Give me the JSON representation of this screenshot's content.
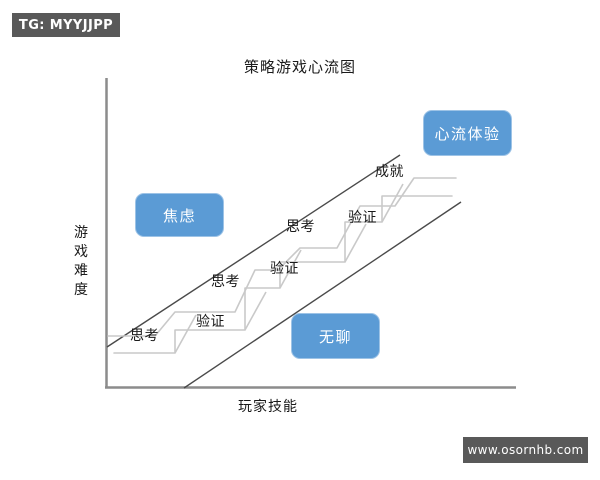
{
  "watermarks": {
    "telegram_badge": "TG: MYYJJPP",
    "site_badge": "www.osornhb.com"
  },
  "chart_data": {
    "type": "diagram",
    "title": "策略游戏心流图",
    "xlabel": "玩家技能",
    "ylabel": "游戏难度",
    "grid": false,
    "legend": "none",
    "zones": [
      {
        "key": "anxiety",
        "label": "焦虑",
        "color": "#5b9bd5",
        "x": 0.18,
        "y": 0.72
      },
      {
        "key": "flow",
        "label": "心流体验",
        "color": "#5b9bd5",
        "x": 0.88,
        "y": 0.92
      },
      {
        "key": "boredom",
        "label": "无聊",
        "color": "#5b9bd5",
        "x": 0.62,
        "y": 0.22
      }
    ],
    "boundaries": [
      {
        "key": "anxiety-boundary",
        "from": [
          0.0,
          0.14
        ],
        "to": [
          0.72,
          0.78
        ]
      },
      {
        "key": "boredom-boundary",
        "from": [
          0.19,
          0.0
        ],
        "to": [
          0.87,
          0.64
        ]
      }
    ],
    "staircase": {
      "description": "交替的思考与验证步骤，沿心流通道上升至成就",
      "steps": [
        {
          "index": 1,
          "label": "思考",
          "kind": "think"
        },
        {
          "index": 2,
          "label": "验证",
          "kind": "verify"
        },
        {
          "index": 3,
          "label": "思考",
          "kind": "think"
        },
        {
          "index": 4,
          "label": "验证",
          "kind": "verify"
        },
        {
          "index": 5,
          "label": "思考",
          "kind": "think"
        },
        {
          "index": 6,
          "label": "验证",
          "kind": "verify"
        },
        {
          "index": 7,
          "label": "成就",
          "kind": "achievement"
        }
      ]
    },
    "colors": {
      "box_fill": "#5b9bd5",
      "box_border": "#9dc3e6",
      "axis": "#808080",
      "boundary_line": "#4a4a4a",
      "stair_line": "#c9c9c9",
      "badge_bg": "#595959",
      "text": "#1a1a1a"
    }
  }
}
